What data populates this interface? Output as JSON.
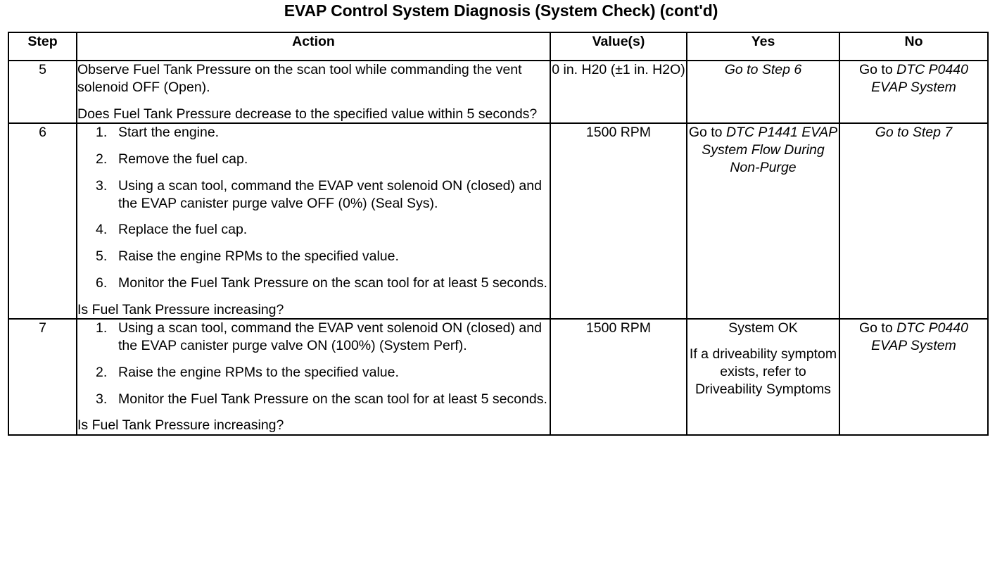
{
  "document": {
    "title": "EVAP Control System Diagnosis (System Check) (cont'd)"
  },
  "table": {
    "headers": {
      "step": "Step",
      "action": "Action",
      "value": "Value(s)",
      "yes": "Yes",
      "no": "No"
    },
    "rows": [
      {
        "step": "5",
        "action": {
          "paragraphs": [
            "Observe Fuel Tank Pressure on the scan tool while commanding the vent solenoid OFF (Open).",
            "Does Fuel Tank Pressure decrease to the specified value within 5 seconds?"
          ]
        },
        "value": "0 in. H20 (±1 in. H2O)",
        "yes": {
          "plain": "",
          "italic": "Go to Step 6"
        },
        "no": {
          "plain": "Go to ",
          "italic": "DTC P0440 EVAP System"
        }
      },
      {
        "step": "6",
        "action": {
          "items": [
            {
              "num": "1.",
              "text": "Start the engine."
            },
            {
              "num": "2.",
              "text": "Remove the fuel cap."
            },
            {
              "num": "3.",
              "text": "Using a scan tool, command the EVAP vent solenoid ON (closed) and the EVAP canister purge valve OFF (0%) (Seal Sys)."
            },
            {
              "num": "4.",
              "text": "Replace the fuel cap."
            },
            {
              "num": "5.",
              "text": "Raise the engine RPMs to the specified value."
            },
            {
              "num": "6.",
              "text": "Monitor the Fuel Tank Pressure on the scan tool for at least 5 seconds."
            }
          ],
          "question": "Is Fuel Tank Pressure increasing?"
        },
        "value": "1500 RPM",
        "yes": {
          "plain": "Go to ",
          "italic": "DTC P1441 EVAP System Flow During Non-Purge"
        },
        "no": {
          "plain": "",
          "italic": "Go to Step 7"
        }
      },
      {
        "step": "7",
        "action": {
          "items": [
            {
              "num": "1.",
              "text": "Using a scan tool, command the EVAP vent solenoid ON (closed) and the EVAP canister purge valve ON (100%) (System Perf)."
            },
            {
              "num": "2.",
              "text": "Raise the engine RPMs to the specified value."
            },
            {
              "num": "3.",
              "text": "Monitor the Fuel Tank Pressure on the scan tool for at least 5 seconds."
            }
          ],
          "question": "Is Fuel Tank Pressure increasing?"
        },
        "value": "1500 RPM",
        "yes": {
          "line1": "System OK",
          "line2": "If a driveability symptom exists, refer to Driveability Symptoms"
        },
        "no": {
          "plain": "Go to ",
          "italic": "DTC P0440 EVAP System"
        }
      }
    ]
  }
}
